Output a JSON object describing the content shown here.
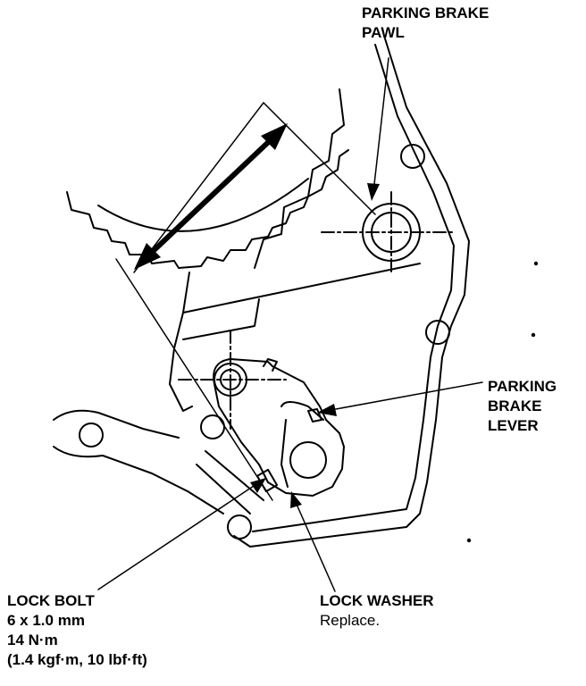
{
  "labels": {
    "pawl": {
      "line1": "PARKING BRAKE",
      "line2": "PAWL"
    },
    "lever": {
      "line1": "PARKING",
      "line2": "BRAKE",
      "line3": "LEVER"
    },
    "bolt": {
      "line1": "LOCK BOLT",
      "line2": "6 x 1.0 mm",
      "line3": "14 N·m",
      "line4": "(1.4 kgf·m, 10 lbf·ft)"
    },
    "washer": {
      "line1": "LOCK WASHER",
      "line2": "Replace."
    }
  },
  "colors": {
    "ink": "#000000",
    "paper": "#ffffff"
  }
}
